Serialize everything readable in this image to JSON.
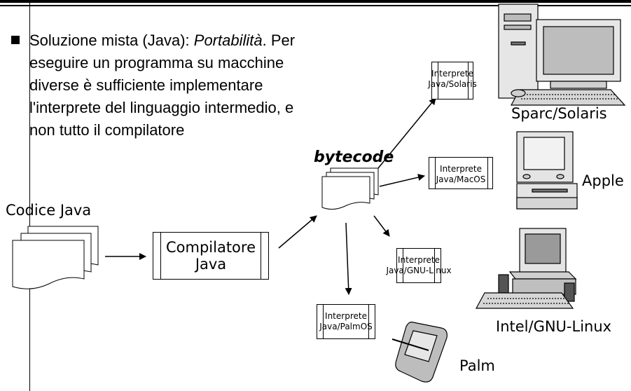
{
  "text": {
    "bullet_line1_plain": "Soluzione mista (Java): ",
    "bullet_line1_italic": "Portabilità",
    "bullet_line1_rest": ". Per",
    "bullet_line2": "eseguire un programma su macchine",
    "bullet_line3": "diverse è sufficiente implementare",
    "bullet_line4": "l'interprete del linguaggio intermedio, e",
    "bullet_line5": "non tutto il compilatore"
  },
  "labels": {
    "source": "Codice Java",
    "compiler_line1": "Compilatore",
    "compiler_line2": "Java",
    "bytecode": "bytecode"
  },
  "interpreters": [
    {
      "line1": "Interprete",
      "line2": "Java/Solaris"
    },
    {
      "line1": "Interprete",
      "line2": "Java/MacOS"
    },
    {
      "line1": "Interprete",
      "line2": "Java/GNU-Linux"
    },
    {
      "line1": "Interprete",
      "line2": "Java/PalmOS"
    }
  ],
  "machines": {
    "sparc": "Sparc/Solaris",
    "apple": "Apple",
    "intel": "Intel/GNU-Linux",
    "palm": "Palm"
  }
}
